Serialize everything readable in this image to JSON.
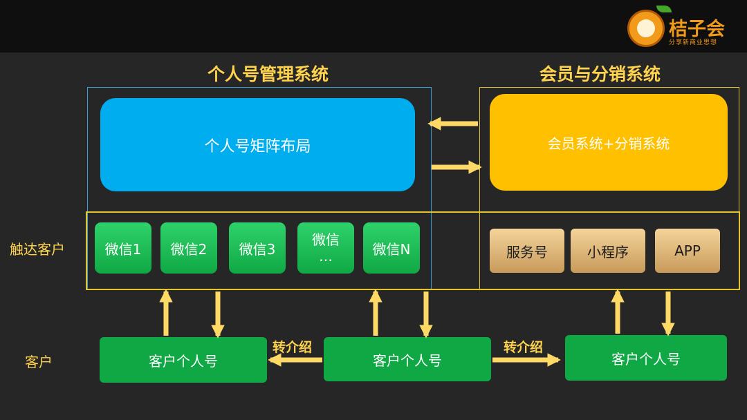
{
  "logo": {
    "name": "桔子会",
    "tagline": "分享新商业思想"
  },
  "left_system": {
    "title": "个人号管理系统",
    "matrix": "个人号矩阵布局",
    "wechat": [
      "微信1",
      "微信2",
      "微信3",
      "微信",
      "…",
      "微信N"
    ]
  },
  "right_system": {
    "title": "会员与分销系统",
    "main": "会员系统+分销系统",
    "channels": [
      "服务号",
      "小程序",
      "APP"
    ]
  },
  "rows": {
    "reach": "触达客户",
    "customer": "客户"
  },
  "customers": [
    "客户个人号",
    "客户个人号",
    "客户个人号"
  ],
  "referral": [
    "转介绍",
    "转介绍"
  ],
  "colors": {
    "arrow": "#ffd966",
    "frame_blue": "#3aa0d8",
    "frame_yellow": "#e3c52b",
    "matrix_blue": "#00aeef",
    "system_yellow": "#ffc000",
    "wechat_green": "#1cc05a",
    "customer_green": "#0fa845"
  }
}
